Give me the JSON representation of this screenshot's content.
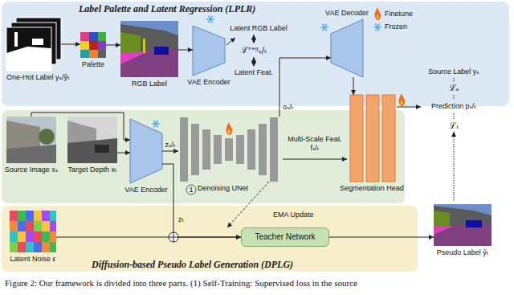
{
  "diagram": {
    "caption": "Figure 2: Our framework is divided into three parts. (1) Self-Training: Supervised loss in the source",
    "nodes": [
      {
        "text": [
          "Label Palette and Latent Regression (LPLR)"
        ]
      },
      {
        "text": [
          "One-Hot Label yₛ/ŷₜ"
        ],
        "in": 0
      },
      {
        "text": [
          "Palette"
        ],
        "in": 0
      },
      {
        "text": [
          "RGB Label"
        ],
        "in": 0
      },
      {
        "text": [
          "VAE Encoder"
        ],
        "in": 0
      },
      {
        "text": [
          "VAE Decoder"
        ],
        "in": 0
      },
      {
        "text": [
          "Source Image xₛ"
        ]
      },
      {
        "text": [
          "Target Depth xₜ"
        ]
      },
      {
        "text": [
          "VAE Encoder"
        ]
      },
      {
        "text": [
          "Denoising UNet"
        ]
      },
      {
        "text": [
          "Segmentation Head"
        ]
      },
      {
        "text": [
          "Diffusion-based Pseudo Label Generation (DPLG)"
        ]
      },
      {
        "text": [
          "Latent Noise ε"
        ],
        "in": 11
      },
      {
        "text": [
          "Teacher Network"
        ],
        "in": 11
      },
      {
        "text": [
          "Pseudo Label ŷₜ"
        ]
      }
    ],
    "edges": [
      {
        "from": 1,
        "to": 2,
        "arrow": "to"
      },
      {
        "from": 2,
        "to": 3,
        "arrow": "to"
      },
      {
        "from": 3,
        "to": 4,
        "arrow": "to"
      },
      {
        "from": 5,
        "to": 10,
        "arrow": "to"
      },
      {
        "from": 6,
        "to": 8,
        "arrow": "to"
      },
      {
        "from": 7,
        "to": 8,
        "arrow": "to"
      },
      {
        "from": 8,
        "to": 9,
        "label": "zₛ/ₜ",
        "arrow": "to"
      },
      {
        "from": 9,
        "to": 10,
        "label": "Multi-Scale Feat. fₛ/ₜ",
        "arrow": "to"
      },
      {
        "from": 9,
        "to": 5,
        "label": "oₛ/ₜ",
        "arrow": "to"
      },
      {
        "from": 8,
        "to": 13,
        "label": "zₜ",
        "arrow": "to"
      },
      {
        "from": 12,
        "to": 13,
        "arrow": "to"
      },
      {
        "from": 9,
        "to": 13,
        "label": "EMA Update",
        "arrow": "to"
      },
      {
        "from": 13,
        "to": 14,
        "arrow": "to"
      }
    ],
    "labels": [
      "Latent RGB Label",
      "ℒʳᵉᵍₛ/ₜ",
      "Latent Feat.",
      "Source Label yₛ",
      "ℒₛ",
      "Prediction pₛ/ₜ",
      "ℒₜ",
      "1"
    ],
    "legend": [
      {
        "text": "Finetune"
      },
      {
        "text": "Frozen"
      }
    ]
  }
}
